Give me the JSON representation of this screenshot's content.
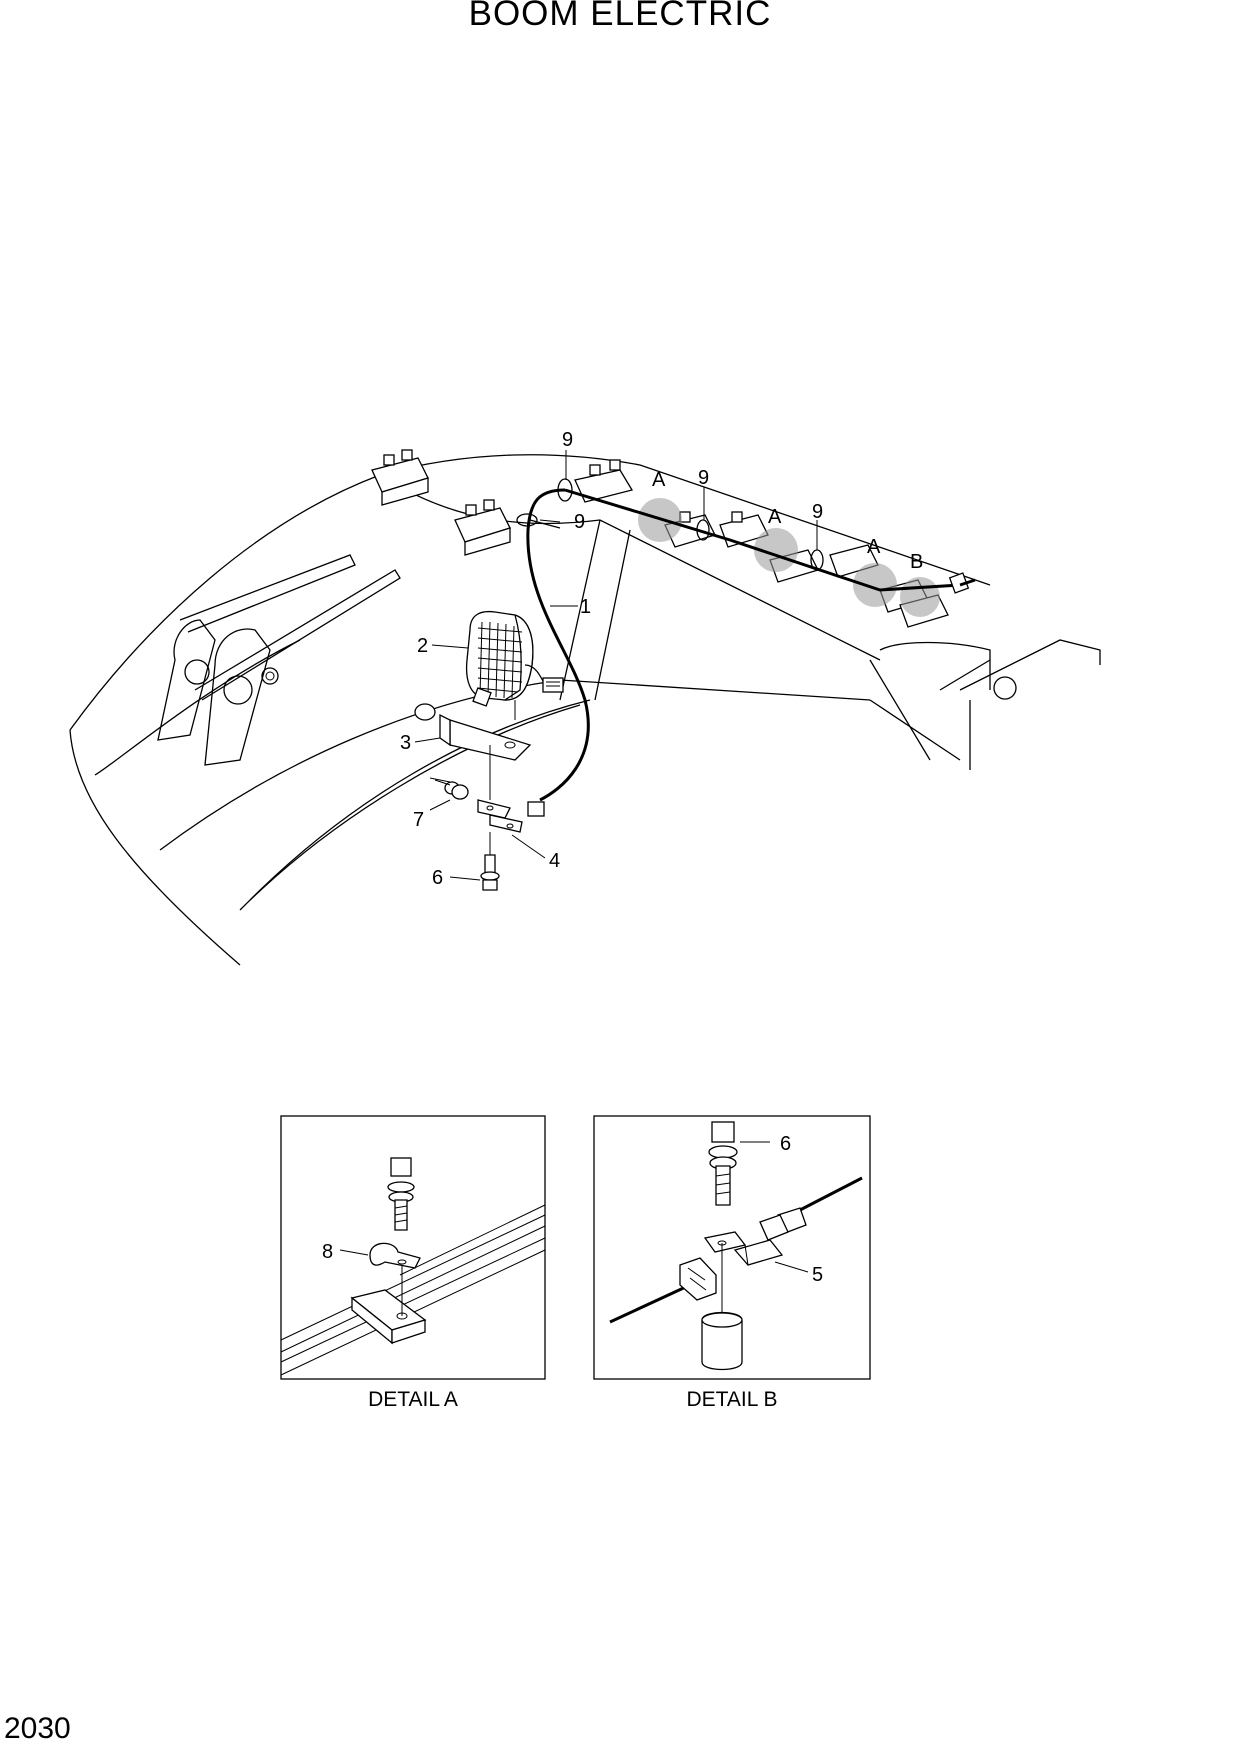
{
  "title": "BOOM ELECTRIC",
  "page_number": "2030",
  "callouts": {
    "c1": "1",
    "c2": "2",
    "c3": "3",
    "c4": "4",
    "c6": "6",
    "c7": "7",
    "c9a": "9",
    "c9b": "9",
    "c9c": "9",
    "c9d": "9",
    "a1": "A",
    "a2": "A",
    "a3": "A",
    "b1": "B",
    "da8": "8",
    "db6": "6",
    "db5": "5"
  },
  "details": {
    "a": "DETAIL A",
    "b": "DETAIL B"
  }
}
